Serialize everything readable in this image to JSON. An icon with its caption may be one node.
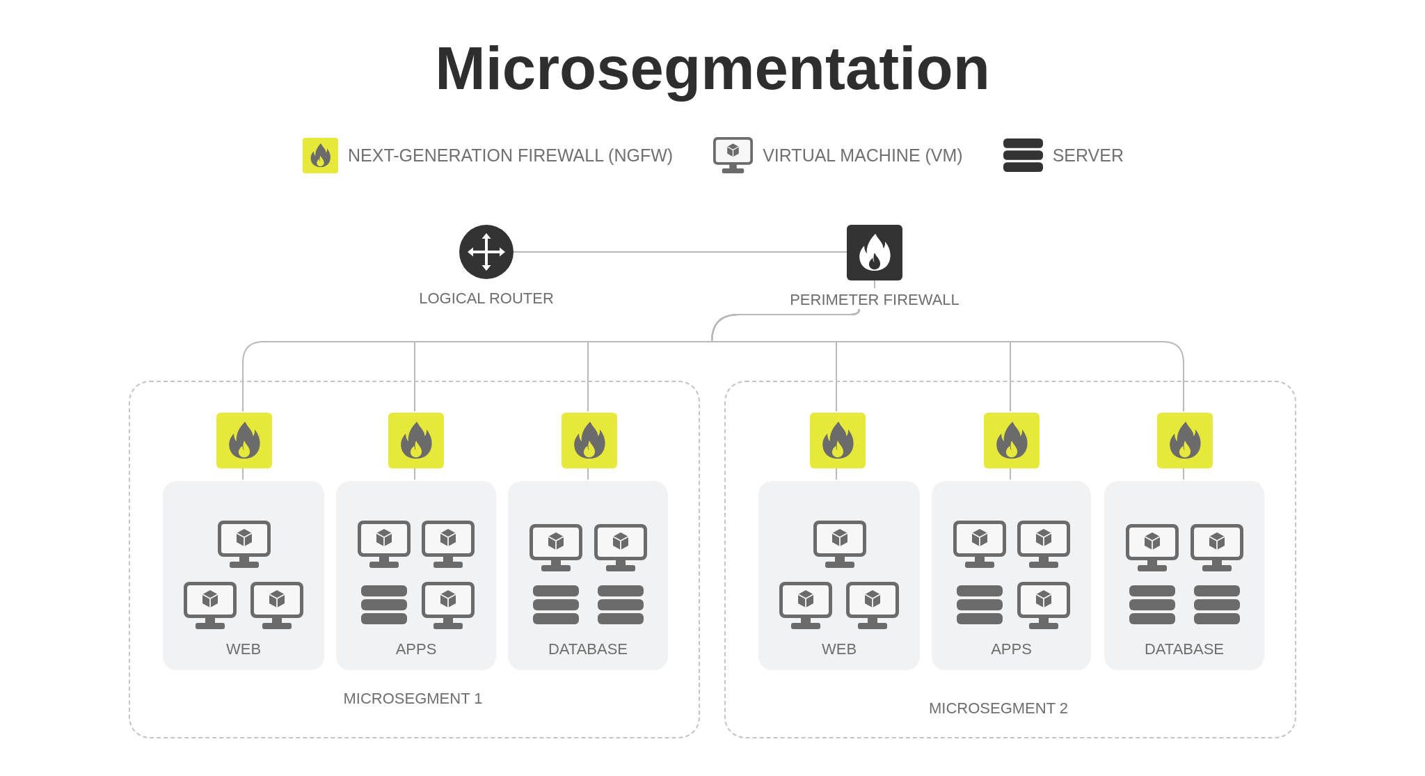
{
  "diagram": {
    "title": "Microsegmentation",
    "nodes": [
      {
        "text": [
          "LOGICAL ROUTER"
        ]
      },
      {
        "text": [
          "PERIMETER FIREWALL"
        ]
      },
      {
        "text": [
          "MICROSEGMENT 1"
        ]
      },
      {
        "text": [],
        "shape": "picture",
        "in": 2
      },
      {
        "text": [],
        "shape": "picture",
        "in": 2
      },
      {
        "text": [],
        "shape": "picture",
        "in": 2
      },
      {
        "text": [
          "WEB"
        ],
        "in": 2
      },
      {
        "text": [
          "APPS"
        ],
        "in": 2
      },
      {
        "text": [
          "DATABASE"
        ],
        "in": 2
      },
      {
        "text": [
          "MICROSEGMENT 2"
        ]
      },
      {
        "text": [],
        "shape": "picture",
        "in": 9
      },
      {
        "text": [],
        "shape": "picture",
        "in": 9
      },
      {
        "text": [],
        "shape": "picture",
        "in": 9
      },
      {
        "text": [
          "WEB"
        ],
        "in": 9
      },
      {
        "text": [
          "APPS"
        ],
        "in": 9
      },
      {
        "text": [
          "DATABASE"
        ],
        "in": 9
      }
    ],
    "edges": [
      {
        "from": 0,
        "to": 1,
        "arrow": "none"
      },
      {
        "from": 1,
        "to": 3,
        "arrow": "none"
      },
      {
        "from": 1,
        "to": 4,
        "arrow": "none"
      },
      {
        "from": 1,
        "to": 5,
        "arrow": "none"
      },
      {
        "from": 1,
        "to": 10,
        "arrow": "none"
      },
      {
        "from": 1,
        "to": 11,
        "arrow": "none"
      },
      {
        "from": 1,
        "to": 12,
        "arrow": "none"
      },
      {
        "from": 3,
        "to": 6,
        "arrow": "none"
      },
      {
        "from": 4,
        "to": 7,
        "arrow": "none"
      },
      {
        "from": 5,
        "to": 8,
        "arrow": "none"
      },
      {
        "from": 10,
        "to": 13,
        "arrow": "none"
      },
      {
        "from": 11,
        "to": 14,
        "arrow": "none"
      },
      {
        "from": 12,
        "to": 15,
        "arrow": "none"
      }
    ],
    "legend": [
      {
        "text": "NEXT-GENERATION FIREWALL (NGFW)"
      },
      {
        "text": "VIRTUAL MACHINE (VM)"
      },
      {
        "text": "SERVER"
      }
    ]
  }
}
